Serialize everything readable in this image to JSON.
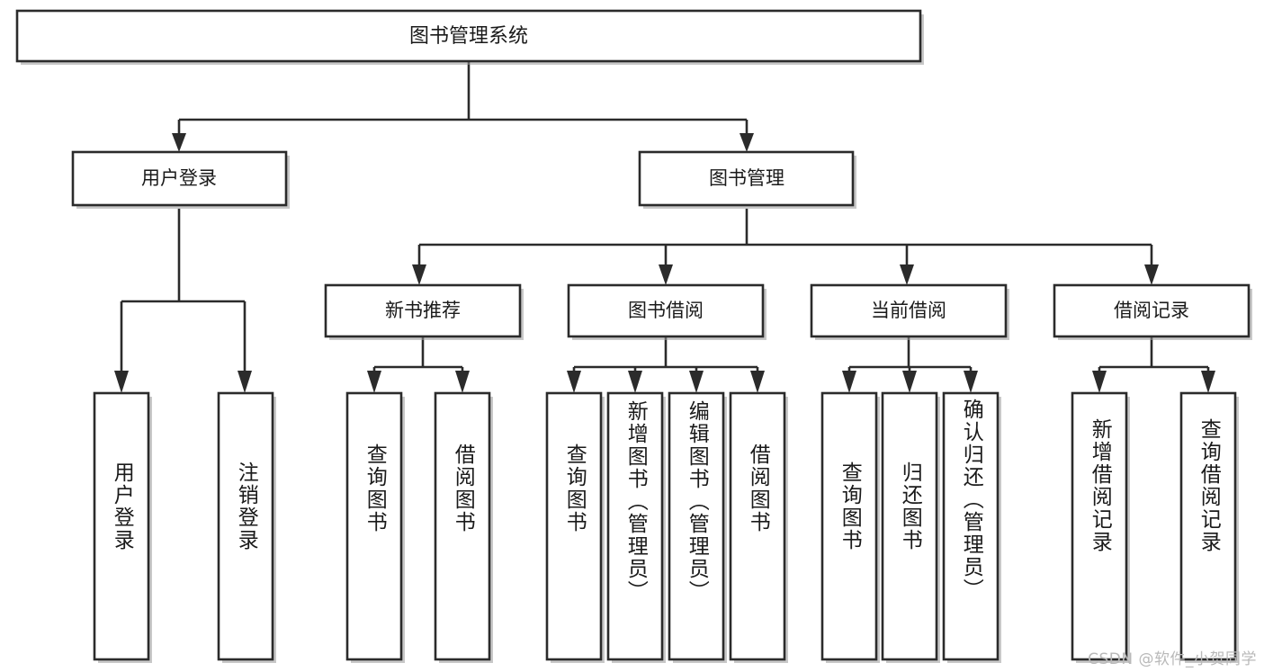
{
  "diagram": {
    "type": "tree",
    "title": "图书管理系统",
    "watermark": "CSDN @软件_小贺同学",
    "colors": {
      "box_stroke": "#2b2b2b",
      "box_fill": "#ffffff",
      "text": "#1a1a1a",
      "watermark": "#b9b9b9",
      "background": "#ffffff"
    },
    "nodes": {
      "root": {
        "label": "图书管理系统",
        "level": 1,
        "orientation": "horizontal"
      },
      "user_login": {
        "label": "用户登录",
        "level": 2,
        "orientation": "horizontal"
      },
      "book_manage": {
        "label": "图书管理",
        "level": 2,
        "orientation": "horizontal"
      },
      "new_book_rec": {
        "label": "新书推荐",
        "level": 3,
        "orientation": "horizontal"
      },
      "book_borrow": {
        "label": "图书借阅",
        "level": 3,
        "orientation": "horizontal"
      },
      "current_borrow": {
        "label": "当前借阅",
        "level": 3,
        "orientation": "horizontal"
      },
      "borrow_record": {
        "label": "借阅记录",
        "level": 3,
        "orientation": "horizontal"
      },
      "leaf_user_login": {
        "label": "用户登录",
        "level": 4,
        "orientation": "vertical"
      },
      "leaf_user_logout": {
        "label": "注销登录",
        "level": 4,
        "orientation": "vertical"
      },
      "leaf_rec_query": {
        "label": "查询图书",
        "level": 4,
        "orientation": "vertical"
      },
      "leaf_rec_borrow": {
        "label": "借阅图书",
        "level": 4,
        "orientation": "vertical"
      },
      "leaf_bb_query": {
        "label": "查询图书",
        "level": 4,
        "orientation": "vertical"
      },
      "leaf_bb_add": {
        "label": "新增图书（管理员）",
        "level": 4,
        "orientation": "vertical"
      },
      "leaf_bb_edit": {
        "label": "编辑图书（管理员）",
        "level": 4,
        "orientation": "vertical"
      },
      "leaf_bb_borrow": {
        "label": "借阅图书",
        "level": 4,
        "orientation": "vertical"
      },
      "leaf_cb_query": {
        "label": "查询图书",
        "level": 4,
        "orientation": "vertical"
      },
      "leaf_cb_return": {
        "label": "归还图书",
        "level": 4,
        "orientation": "vertical"
      },
      "leaf_cb_confirm": {
        "label": "确认归还（管理员）",
        "level": 4,
        "orientation": "vertical"
      },
      "leaf_br_add": {
        "label": "新增借阅记录",
        "level": 4,
        "orientation": "vertical"
      },
      "leaf_br_query": {
        "label": "查询借阅记录",
        "level": 4,
        "orientation": "vertical"
      }
    },
    "edges": [
      {
        "from": "root",
        "to": "user_login"
      },
      {
        "from": "root",
        "to": "book_manage"
      },
      {
        "from": "user_login",
        "to": "leaf_user_login"
      },
      {
        "from": "user_login",
        "to": "leaf_user_logout"
      },
      {
        "from": "book_manage",
        "to": "new_book_rec"
      },
      {
        "from": "book_manage",
        "to": "book_borrow"
      },
      {
        "from": "book_manage",
        "to": "current_borrow"
      },
      {
        "from": "book_manage",
        "to": "borrow_record"
      },
      {
        "from": "new_book_rec",
        "to": "leaf_rec_query"
      },
      {
        "from": "new_book_rec",
        "to": "leaf_rec_borrow"
      },
      {
        "from": "book_borrow",
        "to": "leaf_bb_query"
      },
      {
        "from": "book_borrow",
        "to": "leaf_bb_add"
      },
      {
        "from": "book_borrow",
        "to": "leaf_bb_edit"
      },
      {
        "from": "book_borrow",
        "to": "leaf_bb_borrow"
      },
      {
        "from": "current_borrow",
        "to": "leaf_cb_query"
      },
      {
        "from": "current_borrow",
        "to": "leaf_cb_return"
      },
      {
        "from": "current_borrow",
        "to": "leaf_cb_confirm"
      },
      {
        "from": "borrow_record",
        "to": "leaf_br_add"
      },
      {
        "from": "borrow_record",
        "to": "leaf_br_query"
      }
    ]
  }
}
